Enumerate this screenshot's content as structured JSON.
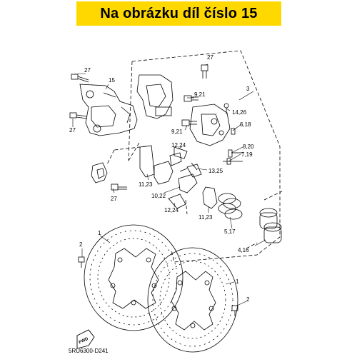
{
  "banner": {
    "text": "Na obrázku díl číslo 15",
    "background": "#ffd800"
  },
  "labels": {
    "l27a": "27",
    "l27b": "27",
    "l27c": "27",
    "l27d": "27",
    "l15": "15",
    "l3": "3",
    "l9_21a": "9,21",
    "l9_21b": "9,21",
    "l14_26": "14,26",
    "l6_18": "6,18",
    "l8_20": "8,20",
    "l7_19": "7,19",
    "l12_24a": "12,24",
    "l12_24b": "12,24",
    "l13_25": "13,25",
    "l11_23a": "11,23",
    "l11_23b": "11,23",
    "l10_22": "10,22",
    "l5_17": "5,17",
    "l4_16": "4,16",
    "l1a": "1",
    "l1b": "1",
    "l2a": "2",
    "l2b": "2"
  },
  "fwd": "FWD",
  "diagram_code": "5RU6300-D241",
  "icons": [
    "brake-disc-icon",
    "caliper-icon",
    "brake-pad-icon",
    "bolt-icon",
    "fwd-arrow-icon"
  ]
}
